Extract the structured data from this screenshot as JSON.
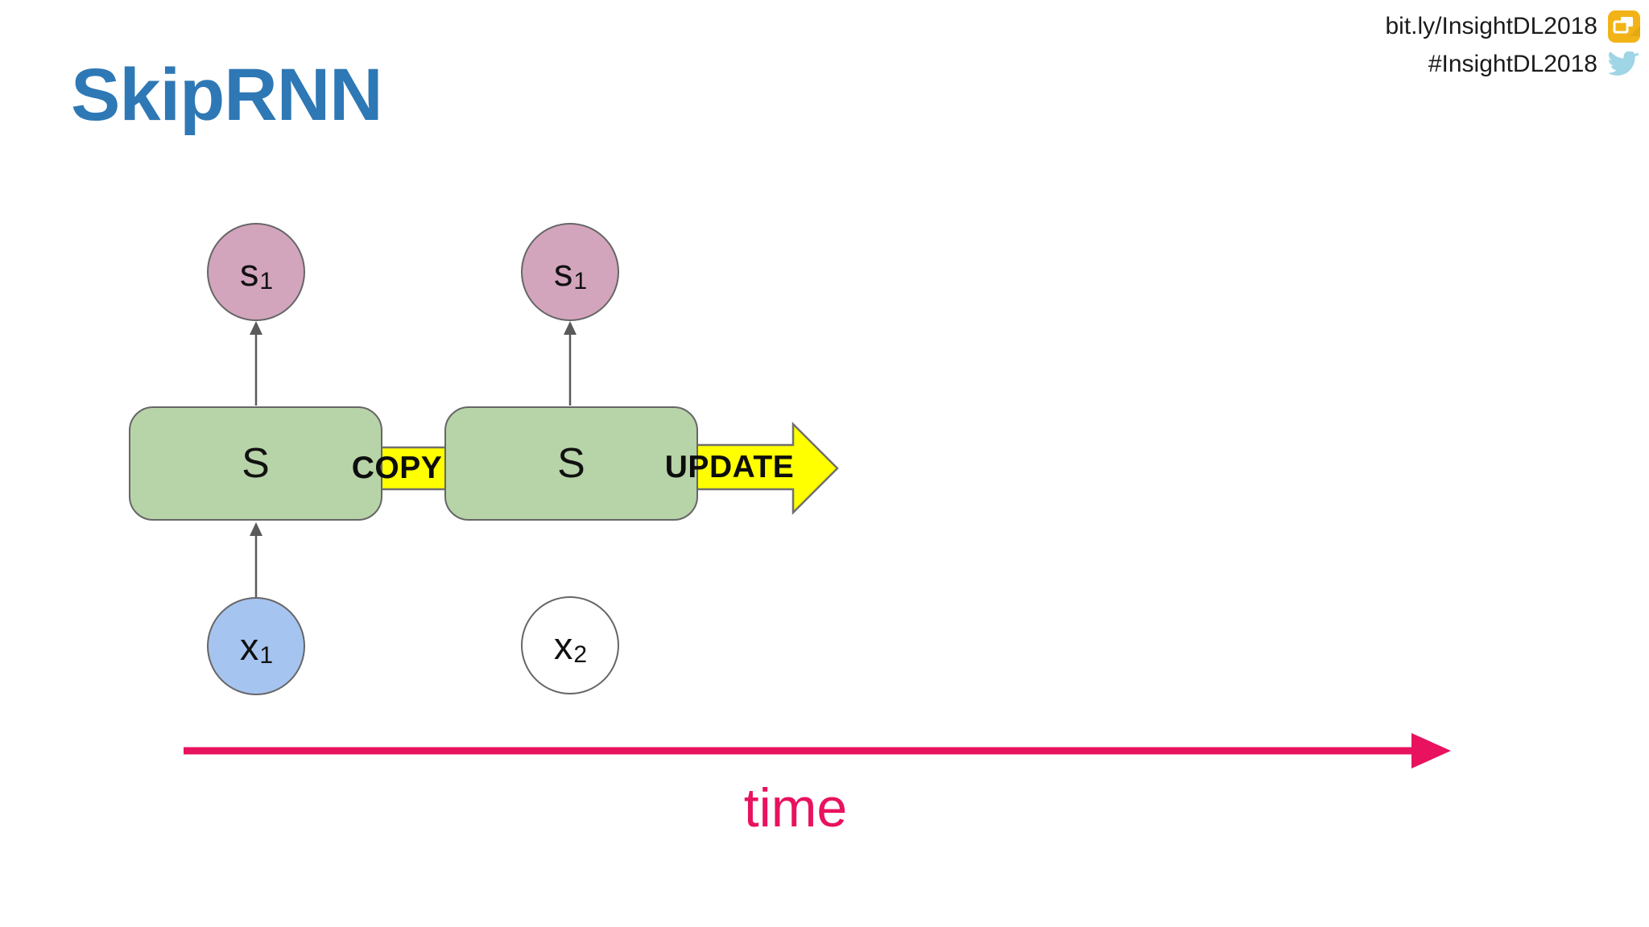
{
  "slide": {
    "title": "SkipRNN",
    "header": {
      "link_text": "bit.ly/InsightDL2018",
      "hashtag_text": "#InsightDL2018",
      "icons": [
        "slides-icon",
        "twitter-icon"
      ]
    },
    "diagram": {
      "states": [
        {
          "label": "s",
          "sub": "1"
        },
        {
          "label": "s",
          "sub": "1"
        }
      ],
      "cells": [
        {
          "label": "S"
        },
        {
          "label": "S"
        }
      ],
      "inputs": [
        {
          "label": "x",
          "sub": "1"
        },
        {
          "label": "x",
          "sub": "2"
        }
      ],
      "transitions": [
        {
          "label": "COPY"
        },
        {
          "label": "UPDATE"
        }
      ],
      "time_label": "time"
    }
  },
  "colors": {
    "title_blue": "#2e78b5",
    "cell_green": "#b7d3a8",
    "state_pink": "#d3a5bd",
    "input_blue": "#a6c4f0",
    "arrow_yellow": "#ffff00",
    "outline_gray": "#666666",
    "connector_gray": "#5a5a5a",
    "time_pink": "#e8125f",
    "twitter_blue": "#9fd5e5",
    "slides_yellow": "#f2b317",
    "text_black": "#111111"
  }
}
